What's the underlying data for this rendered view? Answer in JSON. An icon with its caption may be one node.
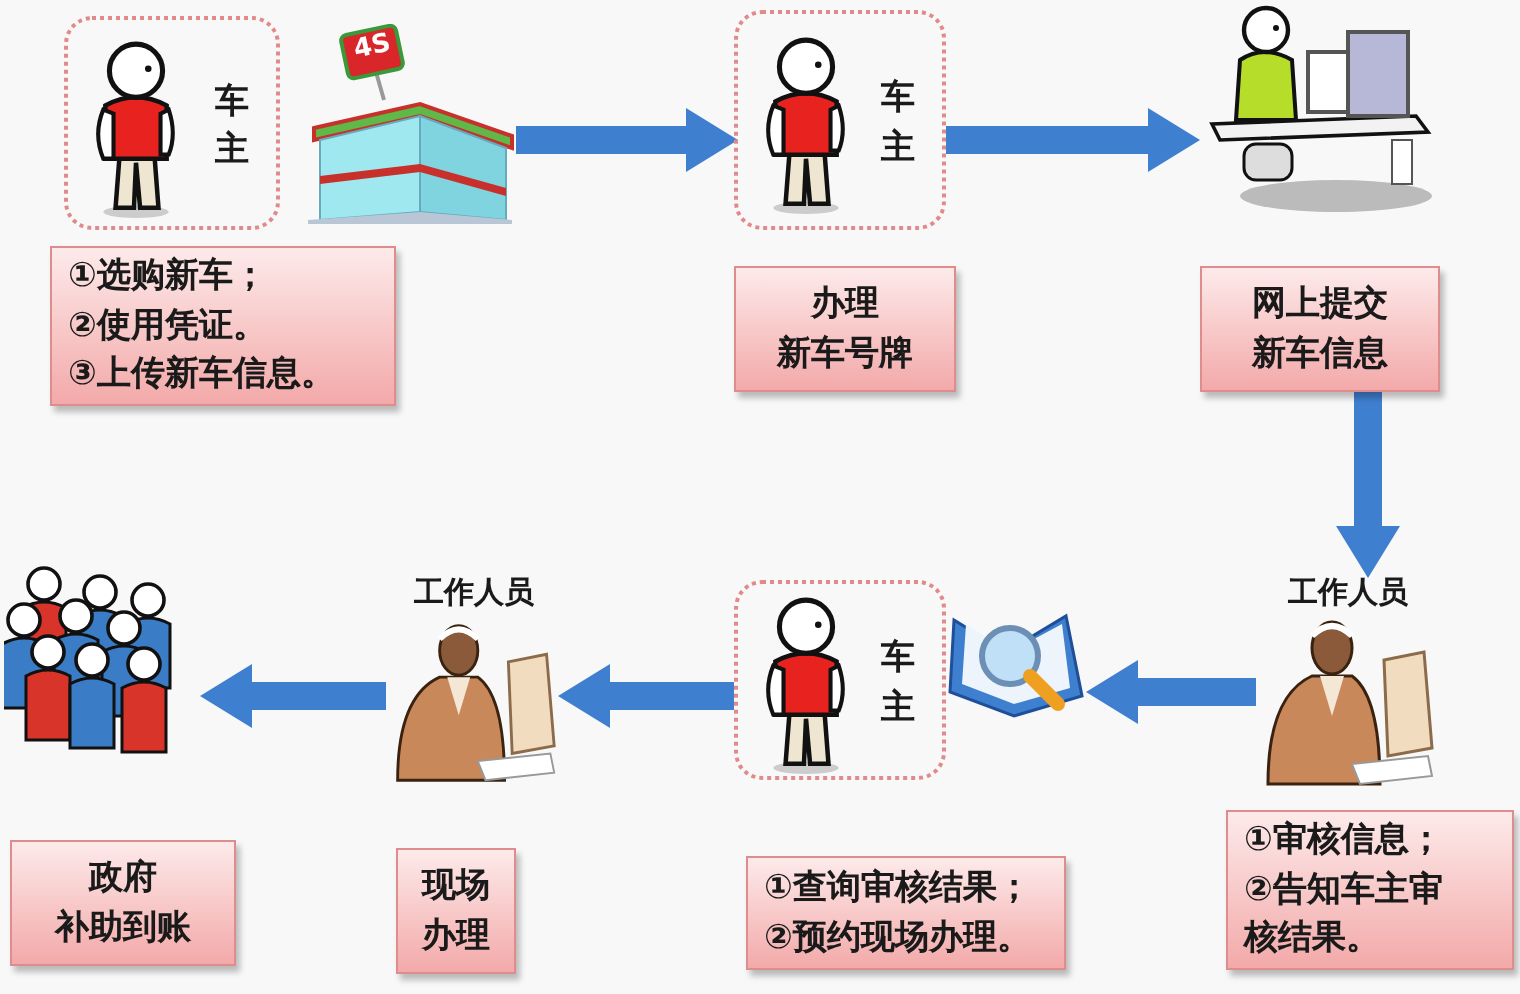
{
  "diagram": {
    "nodes": [
      {
        "text": [
          "车主"
        ]
      },
      {
        "text": [],
        "shape": "picture"
      },
      {
        "text": [
          "①选购新车；",
          "②使用凭证。",
          "③上传新车信息。"
        ]
      },
      {
        "text": [
          "车主"
        ]
      },
      {
        "text": [
          "办理新车号牌"
        ]
      },
      {
        "text": [],
        "shape": "picture"
      },
      {
        "text": [
          "网上提交新车信息"
        ]
      },
      {
        "text": [
          "工作人员"
        ]
      },
      {
        "text": [
          "①审核信息；",
          "②告知车主审核结果。"
        ]
      },
      {
        "text": [],
        "shape": "picture"
      },
      {
        "text": [
          "车主"
        ]
      },
      {
        "text": [
          "①查询审核结果；",
          "②预约现场办理。"
        ]
      },
      {
        "text": [
          "工作人员"
        ]
      },
      {
        "text": [
          "现场办理"
        ]
      },
      {
        "text": [],
        "shape": "picture"
      },
      {
        "text": [
          "政府补助到账"
        ]
      }
    ],
    "edges": [
      {
        "from": 1,
        "to": 3,
        "arrow": "to"
      },
      {
        "from": 3,
        "to": 5,
        "arrow": "to"
      },
      {
        "from": 6,
        "to": 7,
        "arrow": "to"
      },
      {
        "from": 7,
        "to": 9,
        "arrow": "to"
      },
      {
        "from": 10,
        "to": 12,
        "arrow": "to"
      },
      {
        "from": 12,
        "to": 14,
        "arrow": "to"
      }
    ],
    "labels": [
      "4S"
    ]
  }
}
